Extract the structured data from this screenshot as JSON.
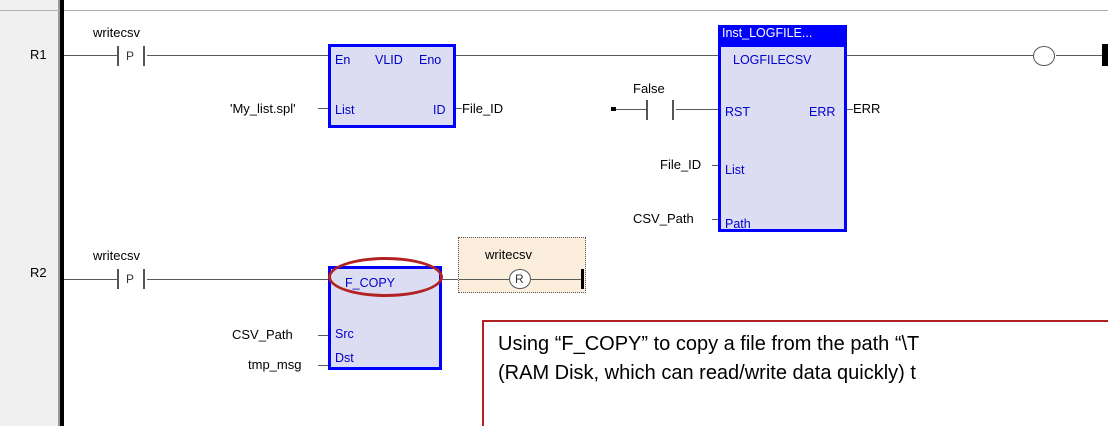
{
  "rungs": [
    {
      "label": "R1"
    },
    {
      "label": "R2"
    }
  ],
  "rung1": {
    "contact_writecsv": {
      "name": "writecsv",
      "type_letter": "P"
    },
    "fb_vlid": {
      "en": "En",
      "name": "VLID",
      "eno": "Eno",
      "in_list": "List",
      "out_id": "ID"
    },
    "in_list_value": "'My_list.spl'",
    "out_id_value": "File_ID",
    "contact_false": {
      "name": "False"
    },
    "fb_logfile": {
      "instance": "Inst_LOGFILE...",
      "type": "LOGFILECSV",
      "rst": "RST",
      "err": "ERR",
      "list": "List",
      "path": "Path"
    },
    "out_err_value": "ERR",
    "in_list_var": "File_ID",
    "in_path_var": "CSV_Path"
  },
  "rung2": {
    "contact_writecsv": {
      "name": "writecsv",
      "type_letter": "P"
    },
    "fb_fcopy": {
      "name": "F_COPY",
      "src": "Src",
      "dst": "Dst"
    },
    "in_src_var": "CSV_Path",
    "in_dst_var": "tmp_msg",
    "coil": {
      "name": "writecsv",
      "type_letter": "R"
    }
  },
  "callout": {
    "line1": "Using “F_COPY” to copy a file from the path “\\T",
    "line2": "(RAM Disk, which can read/write data quickly) t"
  },
  "colors": {
    "block_border": "#0000ff",
    "block_fill": "#dcdcf2",
    "block_text": "#0000cc",
    "highlight": "#b22222",
    "selection_fill": "#fbeedd"
  }
}
